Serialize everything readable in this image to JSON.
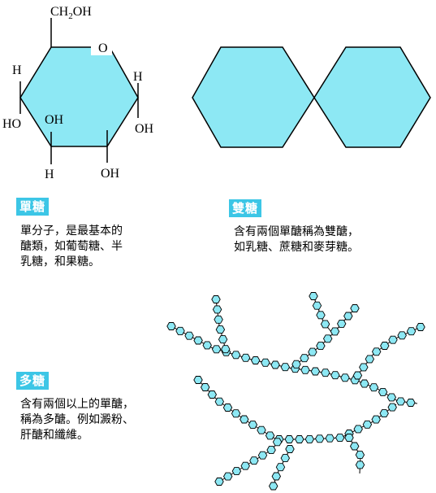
{
  "colors": {
    "hexagon_fill": "#8DE8F4",
    "badge_bg": "#3CC6E6",
    "stroke": "#000000"
  },
  "glucose": {
    "ch2oh": "CH2OH",
    "ring_o": "O",
    "h_left": "H",
    "ho_left": "HO",
    "oh_inner": "OH",
    "h_right": "H",
    "oh_right": "OH",
    "h_bottom": "H",
    "oh_bottom": "OH"
  },
  "sections": {
    "mono": {
      "title": "單糖",
      "lines": [
        "單分子，是最基本的",
        "醣類，如葡萄糖、半",
        "乳糖，和果糖。"
      ]
    },
    "di": {
      "title": "雙糖",
      "lines": [
        "含有兩個單醣稱為雙醣，",
        "如乳糖、蔗糖和麥芽糖。"
      ]
    },
    "poly": {
      "title": "多糖",
      "lines": [
        "含有兩個以上的單醣，",
        "稱為多醣。例如澱粉、",
        "肝醣和纖維。"
      ]
    }
  }
}
